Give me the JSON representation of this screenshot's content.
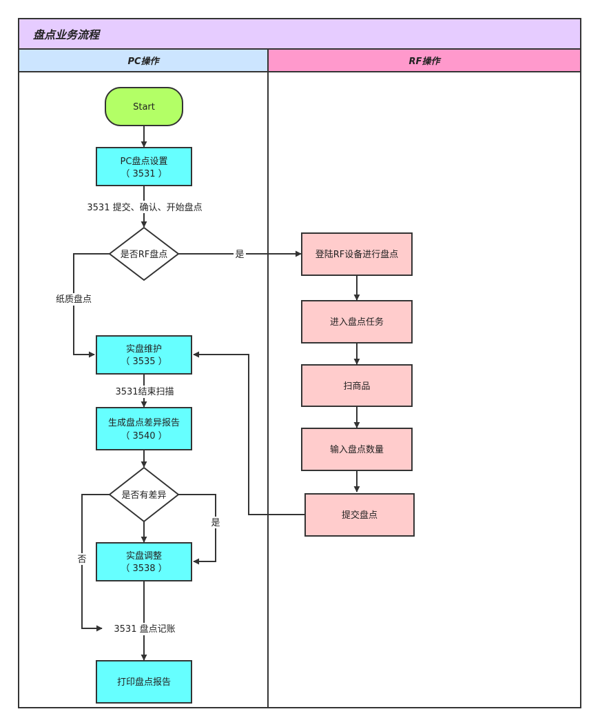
{
  "title": "盘点业务流程",
  "lanes": [
    {
      "label": "PC操作"
    },
    {
      "label": "RF操作"
    }
  ],
  "colors": {
    "title_bg": "#e6ccff",
    "pc_lane_header": "#cce5ff",
    "rf_lane_header": "#ff99cc",
    "start_node": "#b3ff66",
    "pc_process": "#66ffff",
    "rf_process": "#ffcccc",
    "decision": "#ffffff",
    "border": "#333333"
  },
  "nodes": {
    "start": "Start",
    "pc_setup": {
      "line1": "PC盘点设置",
      "line2": "（ 3531 ）"
    },
    "is_rf": "是否RF盘点",
    "count_maint": {
      "line1": "实盘维护",
      "line2": "（ 3535 ）"
    },
    "gen_report": {
      "line1": "生成盘点差异报告",
      "line2": "（ 3540 ）"
    },
    "has_diff": "是否有差异",
    "adjust": {
      "line1": "实盘调整",
      "line2": "（ 3538 ）"
    },
    "print_report": "打印盘点报告",
    "rf_login": "登陆RF设备进行盘点",
    "rf_task": "进入盘点任务",
    "rf_scan": "扫商品",
    "rf_qty": "输入盘点数量",
    "rf_submit": "提交盘点"
  },
  "edge_labels": {
    "submit_confirm": "3531 提交、确认、开始盘点",
    "yes_rf": "是",
    "paper": "纸质盘点",
    "end_scan": "3531结束扫描",
    "yes_diff": "是",
    "no_diff": "否",
    "posting": "3531 盘点记账"
  }
}
